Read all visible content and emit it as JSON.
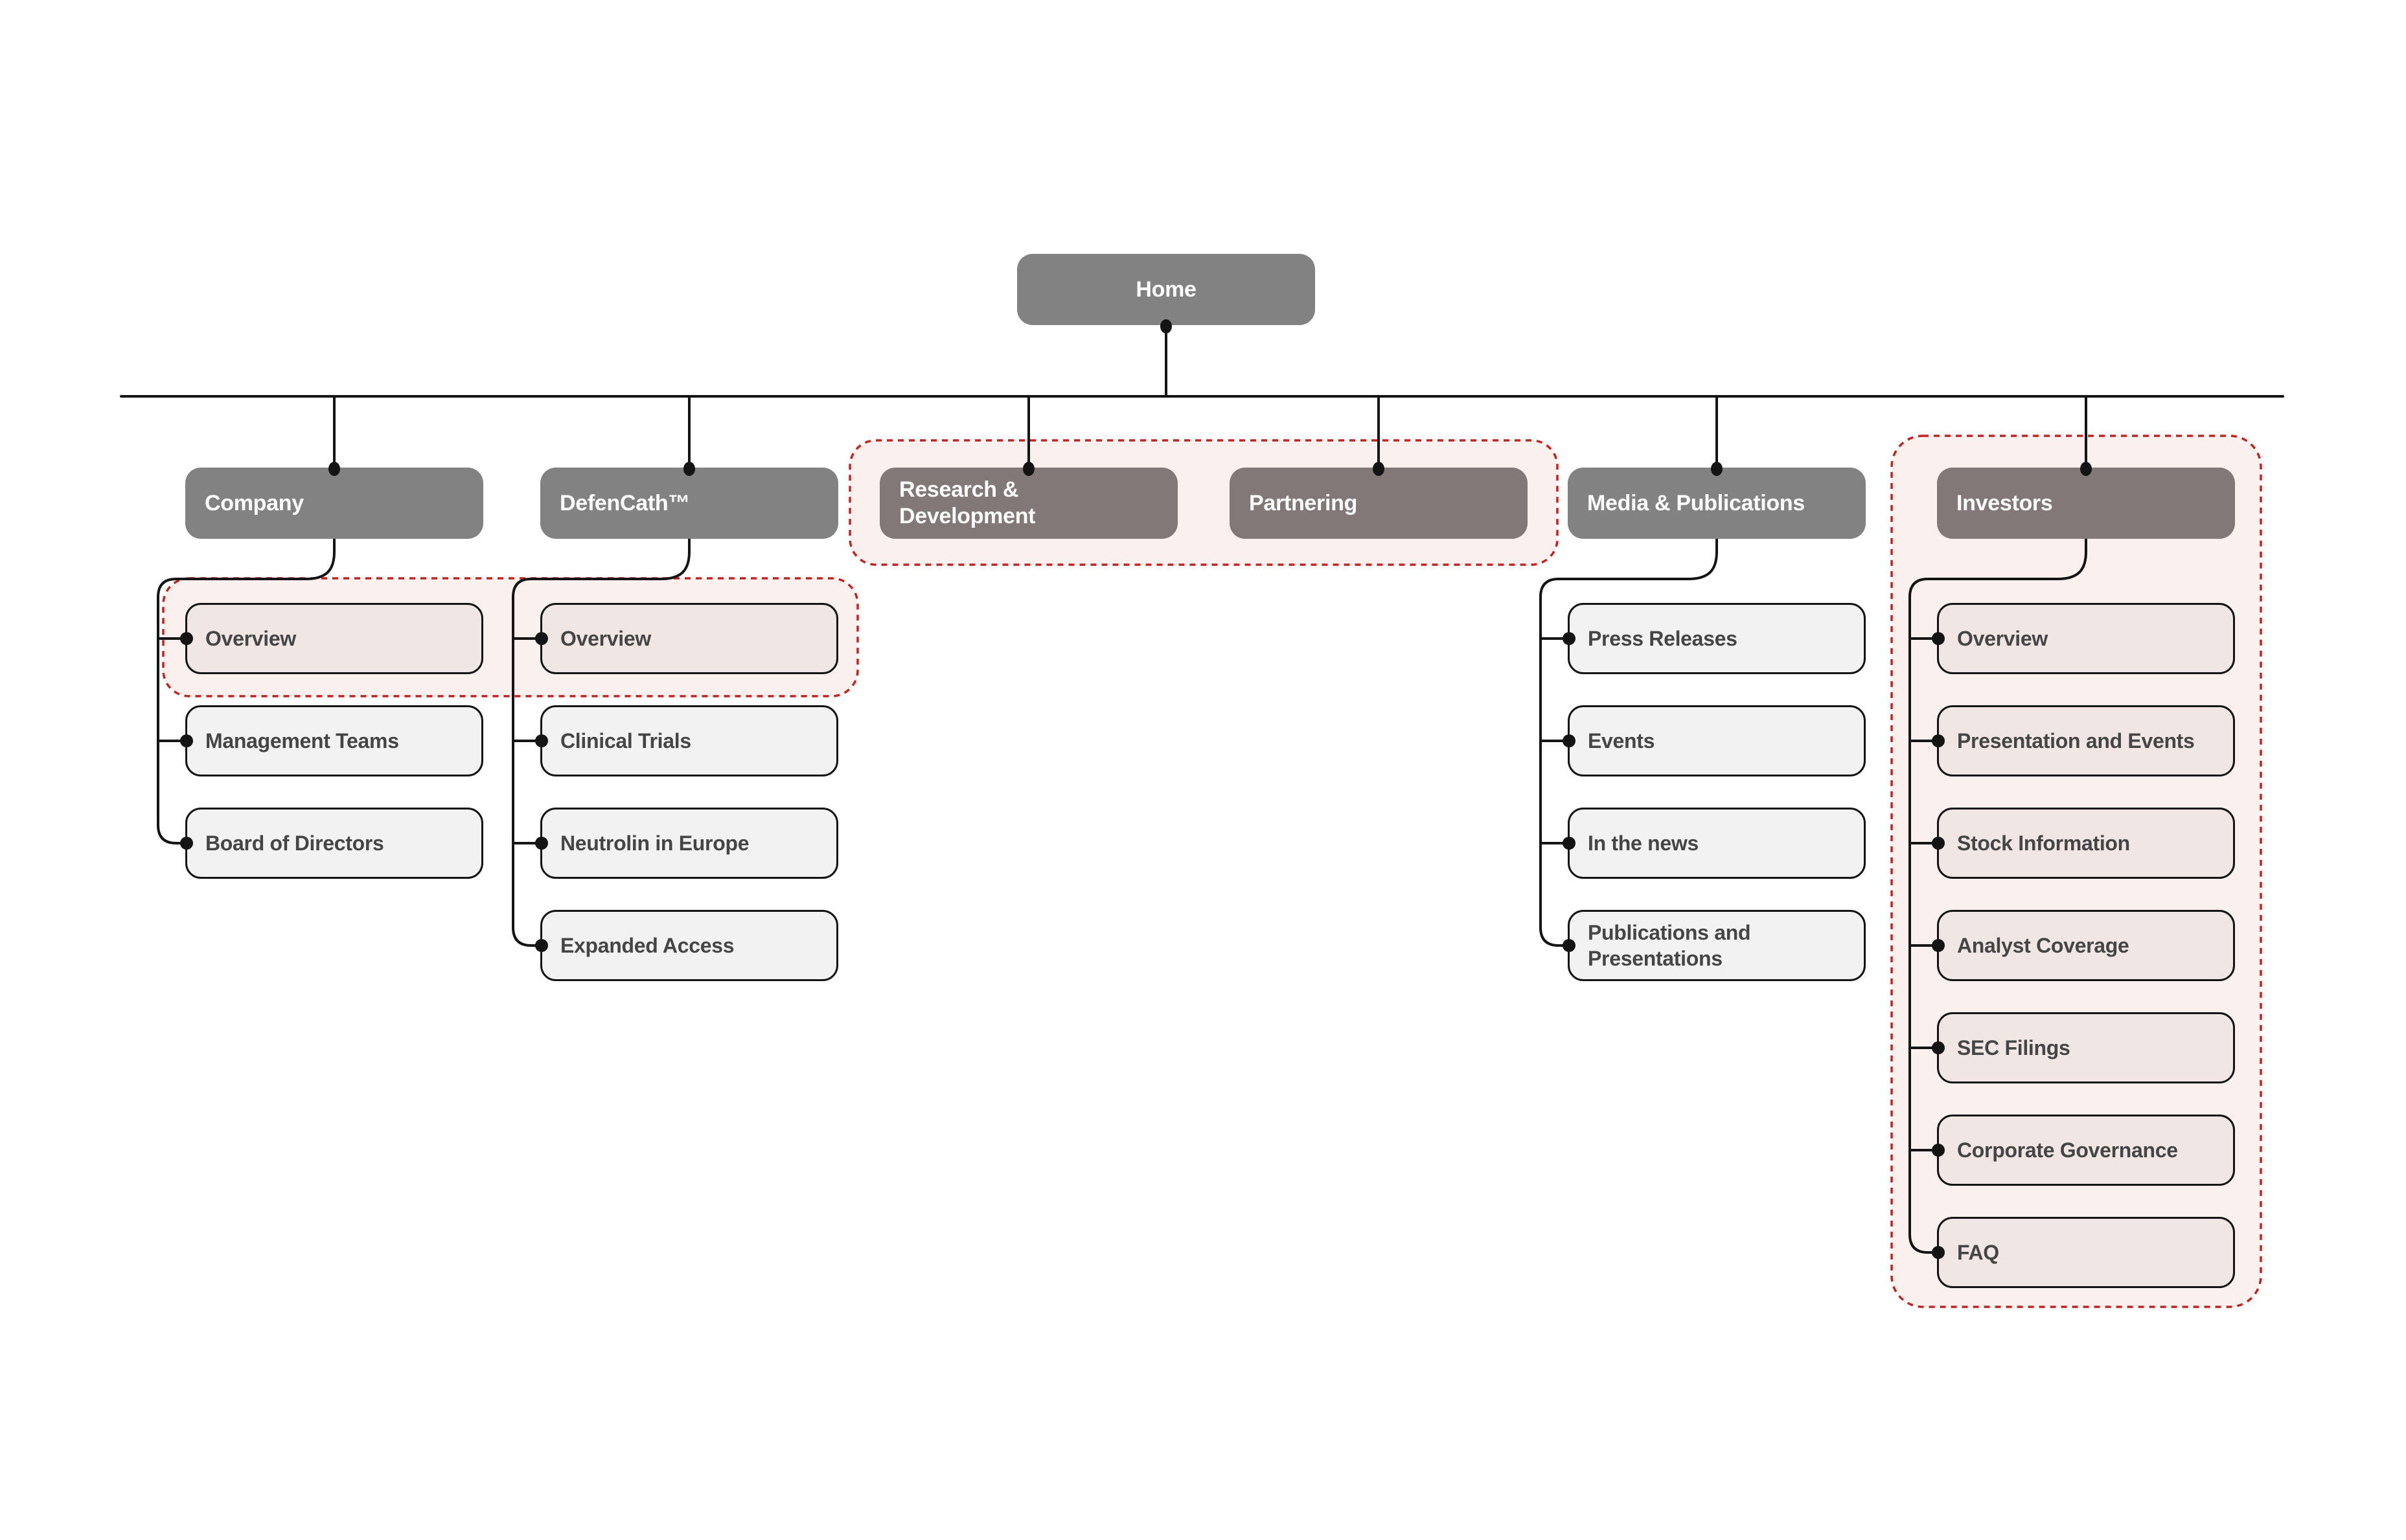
{
  "colors": {
    "line": "#141414",
    "accent_red": "#c5211e",
    "region_fill": "#faf0ee",
    "node_gray": "#828282",
    "node_warm": "#817877",
    "child_fill": "#f2f2f2",
    "child_pink": "#f0e7e4",
    "text_dark": "#454545",
    "text_light": "#ffffff"
  },
  "home": {
    "label": "Home"
  },
  "branches": [
    {
      "id": "company",
      "label": "Company",
      "highlighted": false,
      "children": [
        {
          "label": "Overview",
          "highlighted": true
        },
        {
          "label": "Management Teams",
          "highlighted": false
        },
        {
          "label": "Board of Directors",
          "highlighted": false
        }
      ]
    },
    {
      "id": "defencath",
      "label": "DefenCath™",
      "highlighted": false,
      "children": [
        {
          "label": "Overview",
          "highlighted": true
        },
        {
          "label": "Clinical Trials",
          "highlighted": false
        },
        {
          "label": "Neutrolin in Europe",
          "highlighted": false
        },
        {
          "label": "Expanded Access",
          "highlighted": false
        }
      ]
    },
    {
      "id": "research-development",
      "label": "Research & Development",
      "highlighted": true,
      "children": []
    },
    {
      "id": "partnering",
      "label": "Partnering",
      "highlighted": true,
      "children": []
    },
    {
      "id": "media-publications",
      "label": "Media & Publications",
      "highlighted": false,
      "children": [
        {
          "label": "Press Releases",
          "highlighted": false
        },
        {
          "label": "Events",
          "highlighted": false
        },
        {
          "label": "In the news",
          "highlighted": false
        },
        {
          "label": "Publications and Presentations",
          "highlighted": false
        }
      ]
    },
    {
      "id": "investors",
      "label": "Investors",
      "highlighted": true,
      "children": [
        {
          "label": "Overview",
          "highlighted": true
        },
        {
          "label": "Presentation and Events",
          "highlighted": true
        },
        {
          "label": "Stock Information",
          "highlighted": true
        },
        {
          "label": "Analyst Coverage",
          "highlighted": true
        },
        {
          "label": "SEC Filings",
          "highlighted": true
        },
        {
          "label": "Corporate Governance",
          "highlighted": true
        },
        {
          "label": "FAQ",
          "highlighted": true
        }
      ]
    }
  ]
}
